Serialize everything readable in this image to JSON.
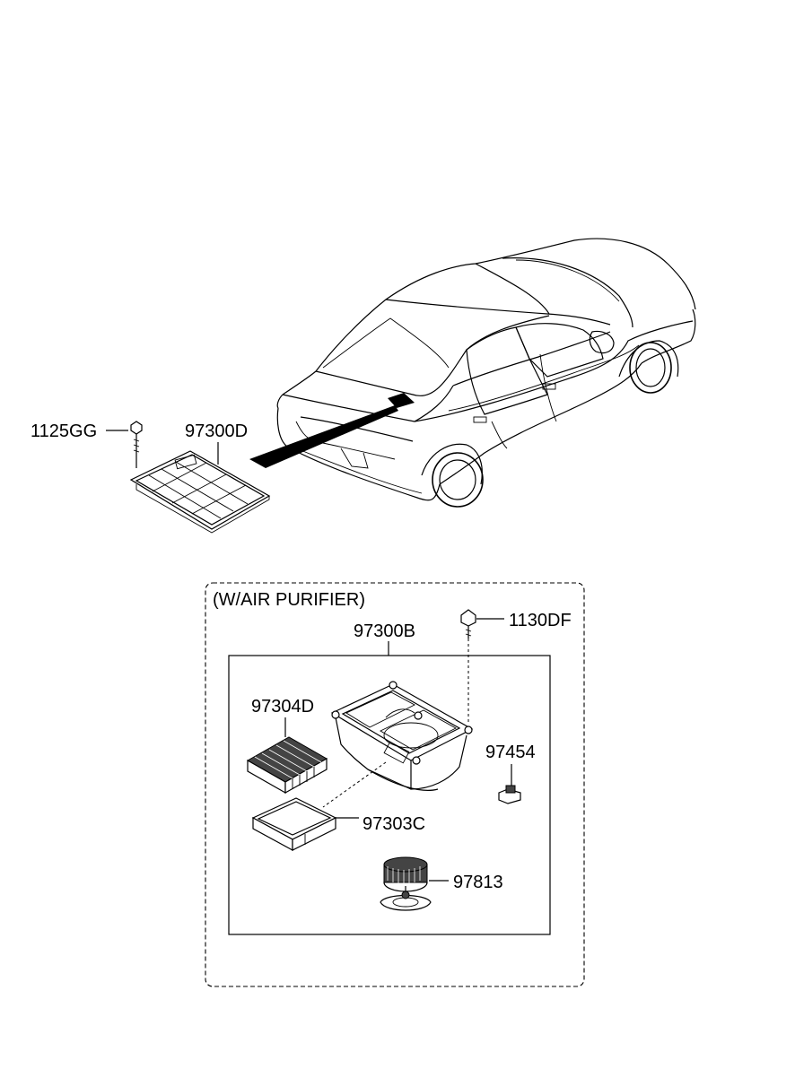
{
  "labels": {
    "p1125gg": "1125GG",
    "p97300d": "97300D",
    "variant": "(W/AIR PURIFIER)",
    "p97300b": "97300B",
    "p1130df": "1130DF",
    "p97304d": "97304D",
    "p97454": "97454",
    "p97303c": "97303C",
    "p97813": "97813"
  }
}
